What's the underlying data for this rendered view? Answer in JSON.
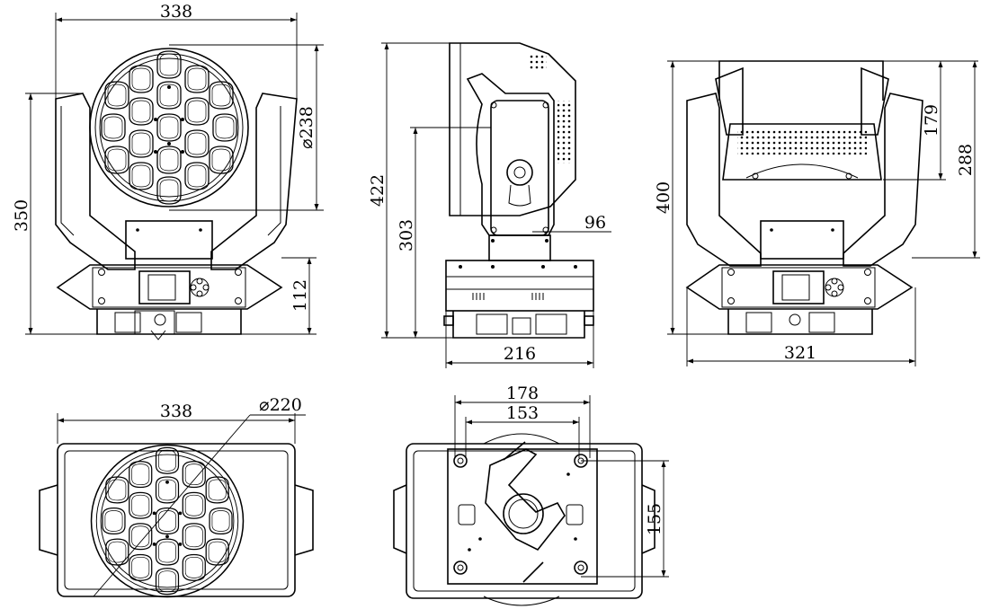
{
  "dimensions": {
    "front_width": "338",
    "lens_diameter": "⌀238",
    "front_height": "350",
    "base_height": "112",
    "side_total_height": "422",
    "side_pivot_height": "303",
    "side_arm_width": "96",
    "side_base_width": "216",
    "back_total_height": "400",
    "back_head_height": "179",
    "back_upper_height": "288",
    "back_width": "321",
    "top_width": "338",
    "top_lens_diameter": "⌀220",
    "bottom_width": "178",
    "bottom_hole_spacing": "153",
    "bottom_depth": "155"
  }
}
